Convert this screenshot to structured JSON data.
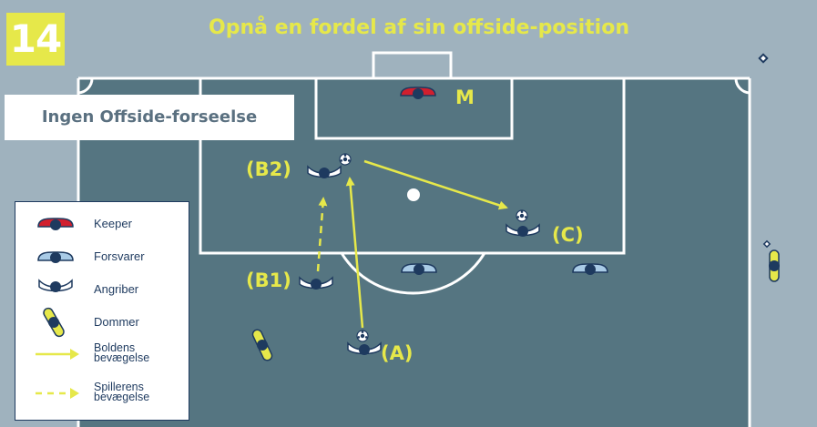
{
  "diagram": {
    "number": "14",
    "title": "Opnå en fordel af sin offside-position",
    "subtitle": "Ingen Offside-forseelse",
    "labels": {
      "keeper_marker": "M",
      "a": "(A)",
      "b1": "(B1)",
      "b2": "(B2)",
      "c": "(C)"
    },
    "legend": {
      "keeper": "Keeper",
      "defender": "Forsvarer",
      "attacker": "Angriber",
      "referee": "Dommer",
      "ball_move_1": "Boldens",
      "ball_move_2": "bevægelse",
      "player_move_1": "Spillerens",
      "player_move_2": "bevægelse"
    }
  },
  "colors": {
    "pitch": "#557581",
    "surround": "#9fb2be",
    "accent": "#e6e84a",
    "keeper_red": "#d11f2e",
    "defender_blue": "#a9cbe6",
    "player_navy": "#1e3a5f"
  },
  "icons": [
    "soccer-ball-icon",
    "corner-flag-icon",
    "keeper-icon",
    "defender-icon",
    "attacker-icon",
    "referee-icon"
  ]
}
